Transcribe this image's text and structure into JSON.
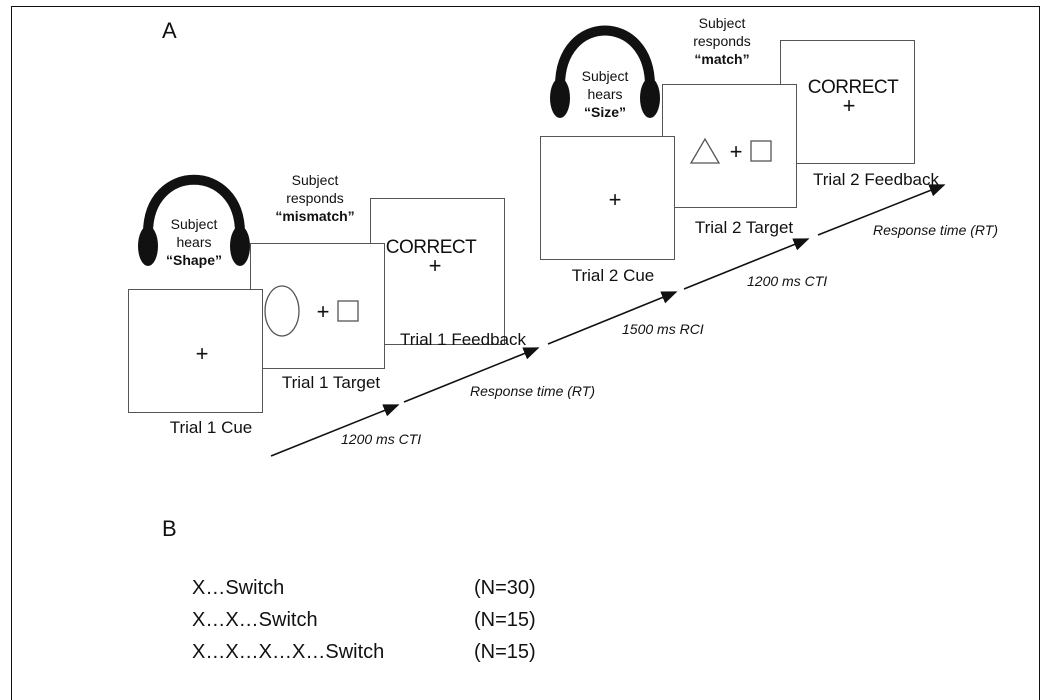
{
  "panels": {
    "a_label": "A",
    "b_label": "B"
  },
  "trial1": {
    "cue_caption": "Trial 1 Cue",
    "target_caption": "Trial 1 Target",
    "feedback_caption": "Trial 1 Feedback",
    "feedback_text": "CORRECT",
    "fixation": "+",
    "hears_line1": "Subject",
    "hears_line2": "hears",
    "hears_word": "“Shape”",
    "responds_line1": "Subject",
    "responds_line2": "responds",
    "responds_word": "“mismatch”"
  },
  "trial2": {
    "cue_caption": "Trial 2 Cue",
    "target_caption": "Trial 2 Target",
    "feedback_caption": "Trial 2 Feedback",
    "feedback_text": "CORRECT",
    "fixation": "+",
    "hears_line1": "Subject",
    "hears_line2": "hears",
    "hears_word": "“Size”",
    "responds_line1": "Subject",
    "responds_line2": "responds",
    "responds_word": "“match”"
  },
  "timeline": {
    "cti_1": "1200 ms CTI",
    "rt_1": "Response time (RT)",
    "rci": "1500 ms RCI",
    "cti_2": "1200 ms CTI",
    "rt_2": "Response time (RT)"
  },
  "sequences": [
    {
      "label": "X…Switch",
      "n": "(N=30)"
    },
    {
      "label": "X…X…Switch",
      "n": "(N=15)"
    },
    {
      "label": "X…X…X…X…Switch",
      "n": "(N=15)"
    }
  ]
}
